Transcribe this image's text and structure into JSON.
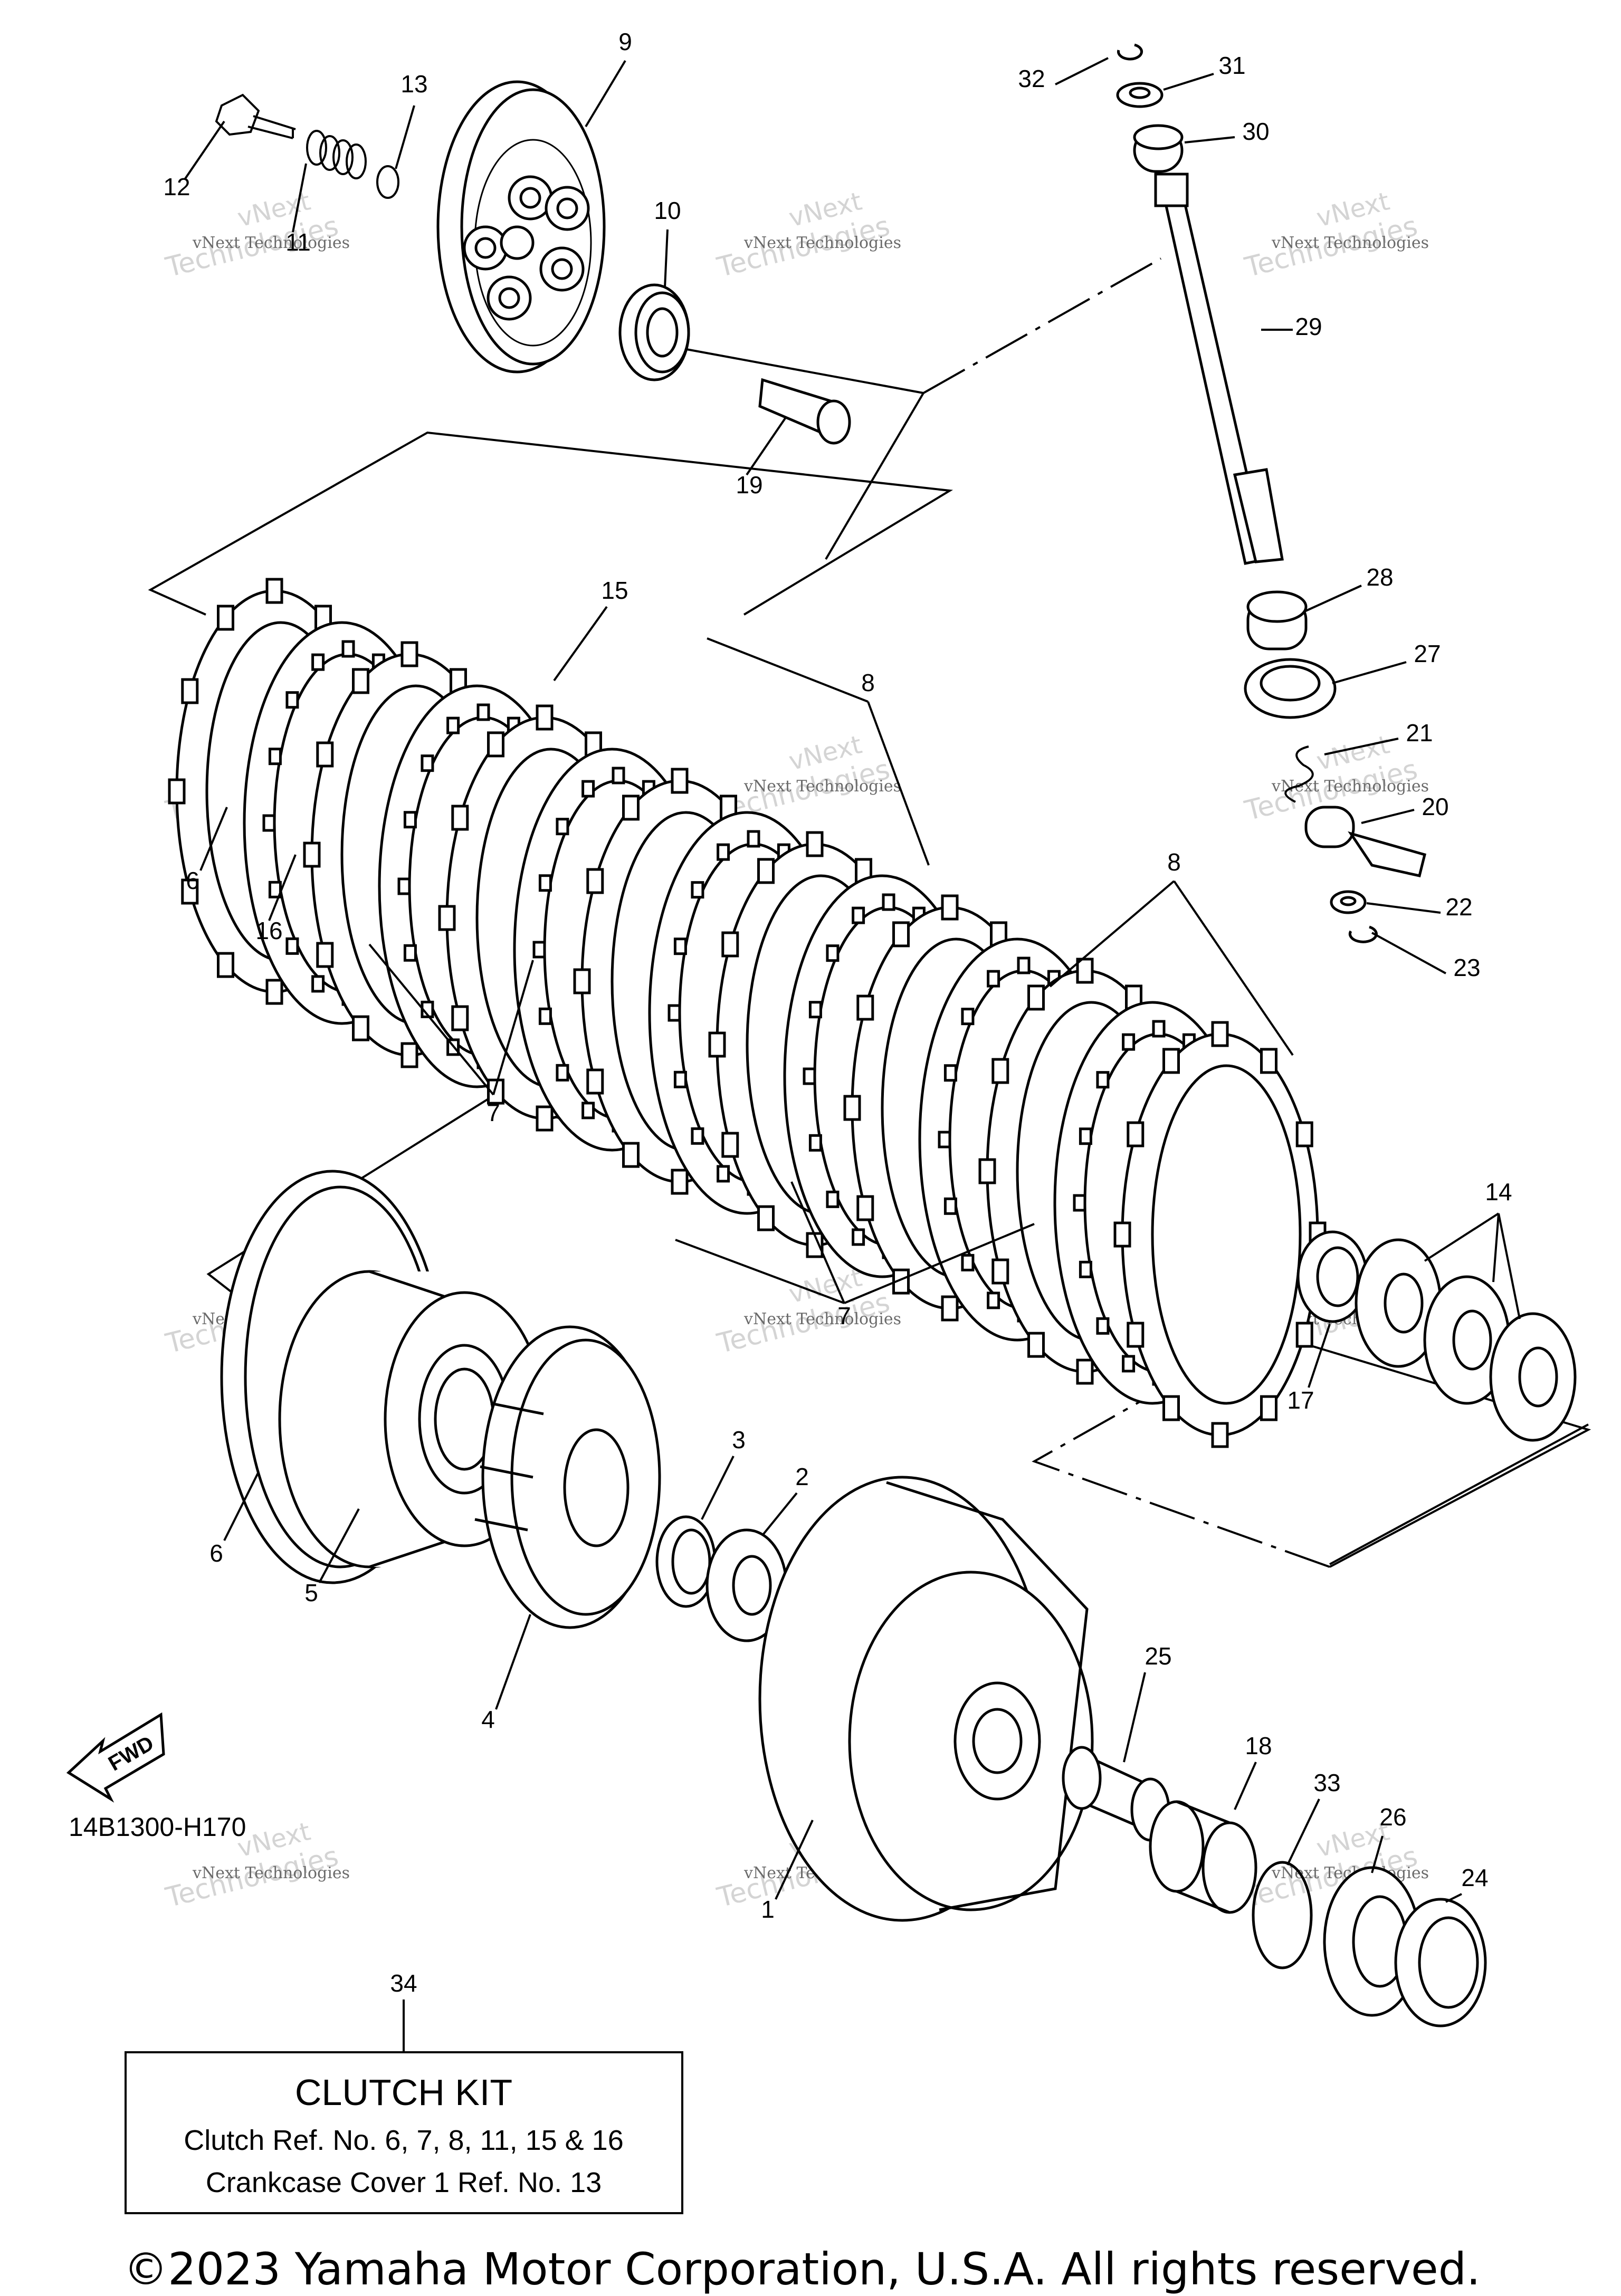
{
  "diagram": {
    "ref_code": "14B1300-H170",
    "fwd_label": "FWD",
    "copyright": "©2023 Yamaha Motor Corporation, U.S.A. All rights reserved.",
    "watermark": {
      "line1": "vNext Technologies",
      "line2": "Technologies",
      "overlay": "vNext"
    },
    "kit_box": {
      "title": "CLUTCH KIT",
      "line1": "Clutch Ref. No. 6, 7, 8, 11, 15 & 16",
      "line2": "Crankcase Cover 1 Ref. No. 13"
    },
    "callouts": [
      {
        "num": "1"
      },
      {
        "num": "2"
      },
      {
        "num": "3"
      },
      {
        "num": "4"
      },
      {
        "num": "5"
      },
      {
        "num": "6"
      },
      {
        "num": "6"
      },
      {
        "num": "7"
      },
      {
        "num": "7"
      },
      {
        "num": "8"
      },
      {
        "num": "8"
      },
      {
        "num": "9"
      },
      {
        "num": "10"
      },
      {
        "num": "11"
      },
      {
        "num": "12"
      },
      {
        "num": "13"
      },
      {
        "num": "14"
      },
      {
        "num": "15"
      },
      {
        "num": "16"
      },
      {
        "num": "17"
      },
      {
        "num": "18"
      },
      {
        "num": "19"
      },
      {
        "num": "20"
      },
      {
        "num": "21"
      },
      {
        "num": "22"
      },
      {
        "num": "23"
      },
      {
        "num": "24"
      },
      {
        "num": "25"
      },
      {
        "num": "26"
      },
      {
        "num": "27"
      },
      {
        "num": "28"
      },
      {
        "num": "29"
      },
      {
        "num": "30"
      },
      {
        "num": "31"
      },
      {
        "num": "32"
      },
      {
        "num": "33"
      },
      {
        "num": "34"
      }
    ]
  }
}
